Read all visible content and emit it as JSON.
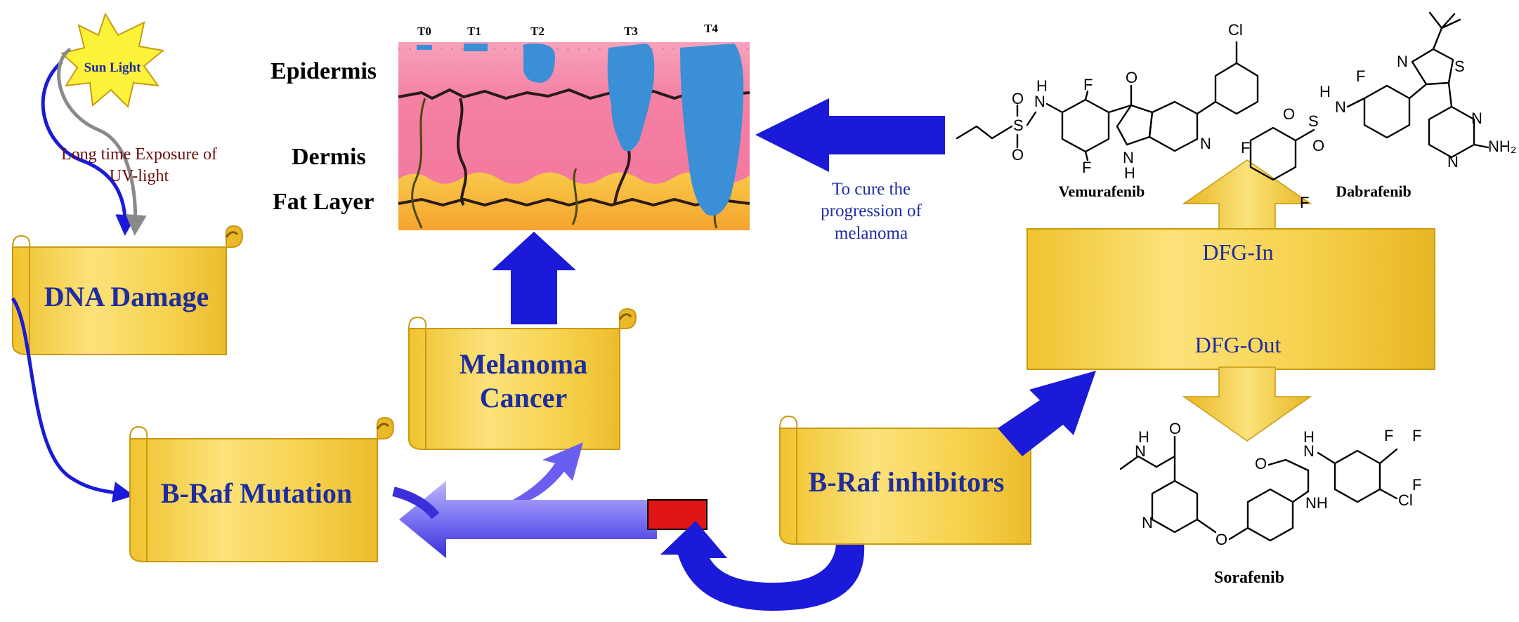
{
  "sun": {
    "label": "Sun Light"
  },
  "uv_text": {
    "line1": "Long time Exposure of",
    "line2": "UV-light"
  },
  "boxes": {
    "dna_damage": "DNA Damage",
    "braf_mutation": "B-Raf Mutation",
    "melanoma_line1": "Melanoma",
    "melanoma_line2": "Cancer",
    "braf_inhibitors": "B-Raf inhibitors",
    "dfg_in": "DFG-In",
    "dfg_out": "DFG-Out"
  },
  "skin": {
    "layers": [
      "Epidermis",
      "Dermis",
      "Fat Layer"
    ],
    "stages": [
      "T0",
      "T1",
      "T2",
      "T3",
      "T4"
    ]
  },
  "cure_text": {
    "line1": "To cure the",
    "line2": "progression of",
    "line3": "melanoma"
  },
  "drugs": {
    "vemurafenib": "Vemurafenib",
    "dabrafenib": "Dabrafenib",
    "sorafenib": "Sorafenib"
  },
  "atoms": {
    "cl": "Cl",
    "f": "F",
    "o": "O",
    "n": "N",
    "s": "S",
    "nh": "NH",
    "h": "H",
    "nh2": "NH₂",
    "cf3_f": "F",
    "n_h": "N\nH"
  },
  "colors": {
    "scroll_fill": "#f7d54a",
    "arrow_blue": "#1a1ad8",
    "text_blue": "#1f2d9e",
    "uv_text": "#6b0d0d",
    "skin_pink": "#f27fa0",
    "fat_orange": "#f7b13a",
    "tumor_blue": "#3a8fd6"
  }
}
